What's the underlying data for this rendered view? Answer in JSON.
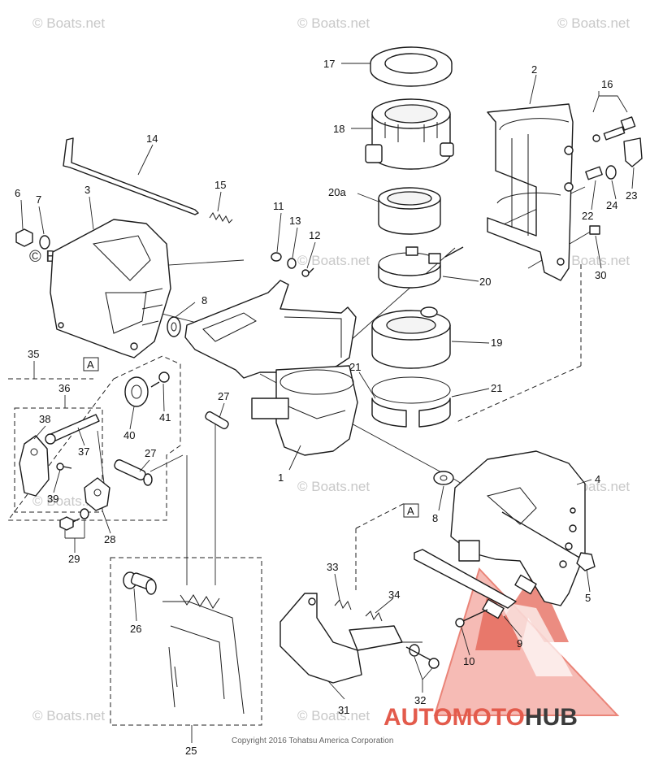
{
  "watermark": "© Boats.net",
  "copyright": "Copyright 2016 Tohatsu America Corporation",
  "logo": {
    "part1": "AUTO",
    "part2": "MOTO",
    "part3": "HUB",
    "accent": "#e35b4c",
    "dark": "#3b3b3b"
  },
  "ref_marker": "A",
  "parts": {
    "p1": "1",
    "p2": "2",
    "p3": "3",
    "p4": "4",
    "p5": "5",
    "p6": "6",
    "p7": "7",
    "p8a": "8",
    "p8b": "8",
    "p9": "9",
    "p10": "10",
    "p11": "11",
    "p12": "12",
    "p13": "13",
    "p14": "14",
    "p15": "15",
    "p16": "16",
    "p17": "17",
    "p18": "18",
    "p19": "19",
    "p20": "20",
    "p20a": "20a",
    "p21a": "21",
    "p21b": "21",
    "p22": "22",
    "p23": "23",
    "p24": "24",
    "p25": "25",
    "p26": "26",
    "p27a": "27",
    "p27b": "27",
    "p28": "28",
    "p29": "29",
    "p30": "30",
    "p31": "31",
    "p32": "32",
    "p33": "33",
    "p34": "34",
    "p35": "35",
    "p36": "36",
    "p37": "37",
    "p38": "38",
    "p39": "39",
    "p40": "40",
    "p41": "41"
  }
}
